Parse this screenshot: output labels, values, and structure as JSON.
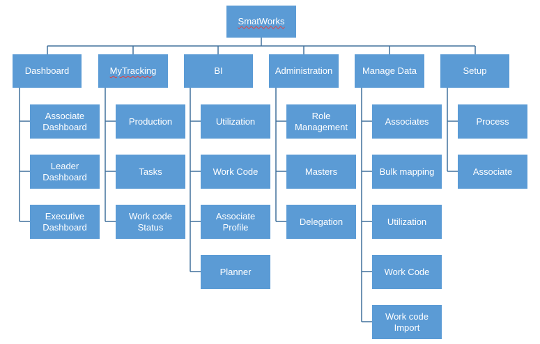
{
  "root": "SmatWorks",
  "columns": [
    {
      "label": "Dashboard",
      "children": [
        "Associate\nDashboard",
        "Leader\nDashboard",
        "Executive\nDashboard"
      ]
    },
    {
      "label": "MyTracking",
      "children": [
        "Production",
        "Tasks",
        "Work code\nStatus"
      ]
    },
    {
      "label": "BI",
      "children": [
        "Utilization",
        "Work Code",
        "Associate\nProfile",
        "Planner"
      ]
    },
    {
      "label": "Administration",
      "children": [
        "Role\nManagement",
        "Masters",
        "Delegation"
      ]
    },
    {
      "label": "Manage Data",
      "children": [
        "Associates",
        "Bulk mapping",
        "Utilization",
        "Work Code",
        "Work code\nImport"
      ]
    },
    {
      "label": "Setup",
      "children": [
        "Process",
        "Associate"
      ]
    }
  ],
  "colors": {
    "box": "#5b9bd5",
    "text": "#ffffff",
    "line": "#41719c"
  }
}
